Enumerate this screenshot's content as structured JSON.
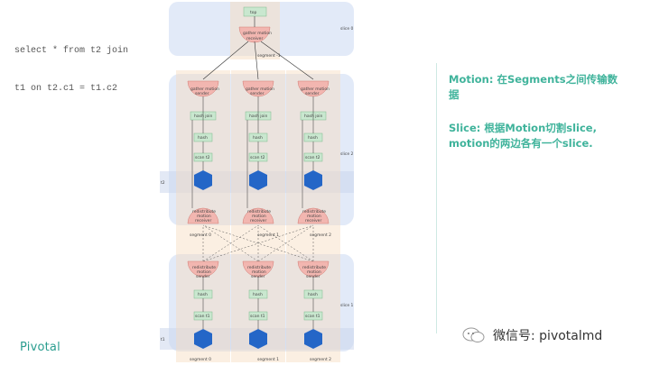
{
  "sql_lines": [
    "select * from t2 join",
    "t1 on t2.c1 = t1.c2"
  ],
  "brand": "Pivotal",
  "note_motion": [
    "Motion: 在Segments之间传输数",
    "据"
  ],
  "note_slice": [
    "Slice: 根据Motion切割slice,",
    "motion的两边各有一个slice."
  ],
  "wechat": "微信号: pivotalmd",
  "diagram": {
    "top_label": "top",
    "gather_receiver_label": [
      "gather motion",
      "receiver"
    ],
    "slice_labels": [
      "slice 0",
      "slice 2",
      "slice 1"
    ],
    "segment_labels_top": [
      "segment -1"
    ],
    "segment_labels_mid": [
      "segment 0",
      "segment 1",
      "segment 2"
    ],
    "segment_labels_bottom": [
      "segment 0",
      "segment 1",
      "segment 2"
    ],
    "gather_sender_label": [
      "gather motion",
      "sender"
    ],
    "hash_join_label": "hash join",
    "hash_label": "hash",
    "scan_t2_label": "scan t2",
    "scan_t1_label": "scan t1",
    "redistribute_receiver_label": [
      "redistribute",
      "motion",
      "receiver"
    ],
    "redistribute_sender_label": [
      "redistribute",
      "motion",
      "sender"
    ],
    "t2_side_label": "t2",
    "t1_side_label": "t1"
  }
}
